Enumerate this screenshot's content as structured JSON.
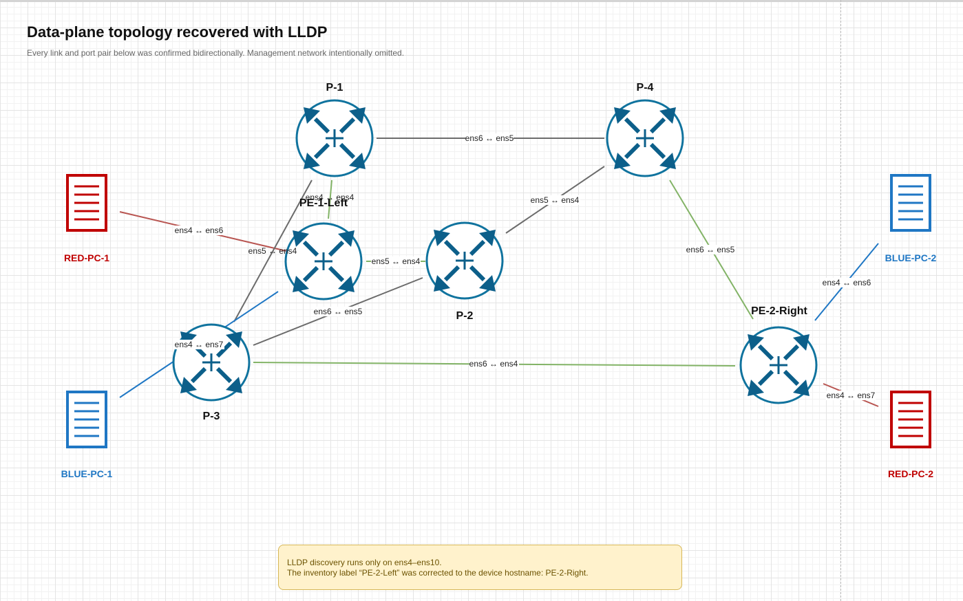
{
  "title": "Data-plane topology recovered with LLDP",
  "subtitle": "Every link and port pair below was confirmed bidirectionally. Management network intentionally omitted.",
  "colors": {
    "router": "#10739e",
    "red": "#c00000",
    "blue": "#1f77c4",
    "core_link": "#6b6b6b",
    "green_link": "#82b366",
    "red_link": "#b85450",
    "blue_link": "#1f77c4",
    "note_bg": "#fff2cc",
    "note_border": "#d6b656"
  },
  "routers": {
    "p1": {
      "name": "P-1",
      "icon": "router-icon"
    },
    "p4": {
      "name": "P-4",
      "icon": "router-icon"
    },
    "pe1": {
      "name": "PE-1-Left",
      "icon": "router-icon"
    },
    "p2": {
      "name": "P-2",
      "icon": "router-icon"
    },
    "p3": {
      "name": "P-3",
      "icon": "router-icon"
    },
    "pe2": {
      "name": "PE-2-Right",
      "icon": "router-icon"
    }
  },
  "hosts": {
    "red1": {
      "name": "RED-PC-1",
      "icon": "pc-icon",
      "color": "#c00000"
    },
    "blue1": {
      "name": "BLUE-PC-1",
      "icon": "pc-icon",
      "color": "#1f77c4"
    },
    "blue2": {
      "name": "BLUE-PC-2",
      "icon": "pc-icon",
      "color": "#1f77c4"
    },
    "red2": {
      "name": "RED-PC-2",
      "icon": "pc-icon",
      "color": "#c00000"
    }
  },
  "links": {
    "p1_p4": "ens6 ↔ ens5",
    "p1_pe1": "ens4 ↔ ens4",
    "p4_p2": "ens5 ↔ ens4",
    "p4_pe2": "ens6 ↔ ens5",
    "red1_pe1": "ens4 ↔ ens6",
    "p1_p3": "ens5 ↔ ens4",
    "pe1_p2": "ens5 ↔ ens4",
    "p2_p3": "ens6 ↔ ens5",
    "blue1_pe1": "ens4 ↔ ens7",
    "p3_pe2": "ens6 ↔ ens4",
    "pe2_blue2": "ens4 ↔ ens6",
    "pe2_red2": "ens4 ↔ ens7"
  },
  "note": {
    "line1": "LLDP discovery runs only on ens4–ens10.",
    "line2": "The inventory label “PE-2-Left” was corrected to the device hostname: PE-2-Right."
  }
}
